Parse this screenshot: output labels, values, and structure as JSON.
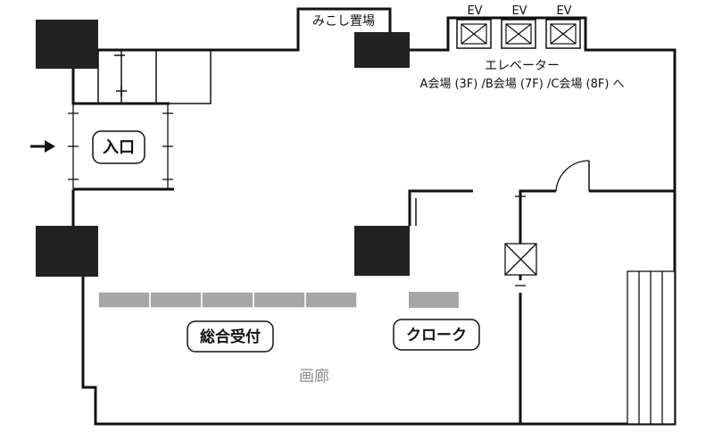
{
  "labels": {
    "mikoshi": "みこし置場",
    "elevator_title": "エレベーター",
    "elevator_dest": "A会場 (3F) /B会場 (7F) /C会場 (8F) へ",
    "entrance": "入口",
    "reception": "総合受付",
    "cloak": "クローク",
    "gallery": "画廊"
  },
  "elevators": [
    "EV",
    "EV",
    "EV"
  ],
  "colors": {
    "wall": "#111111",
    "pillar": "#222222",
    "counter": "#a6a6a6",
    "gallery_text": "#8a8a8a"
  },
  "icons": {
    "entrance_arrow": "arrow-right-icon",
    "elevator_car": "cross-box-icon"
  }
}
